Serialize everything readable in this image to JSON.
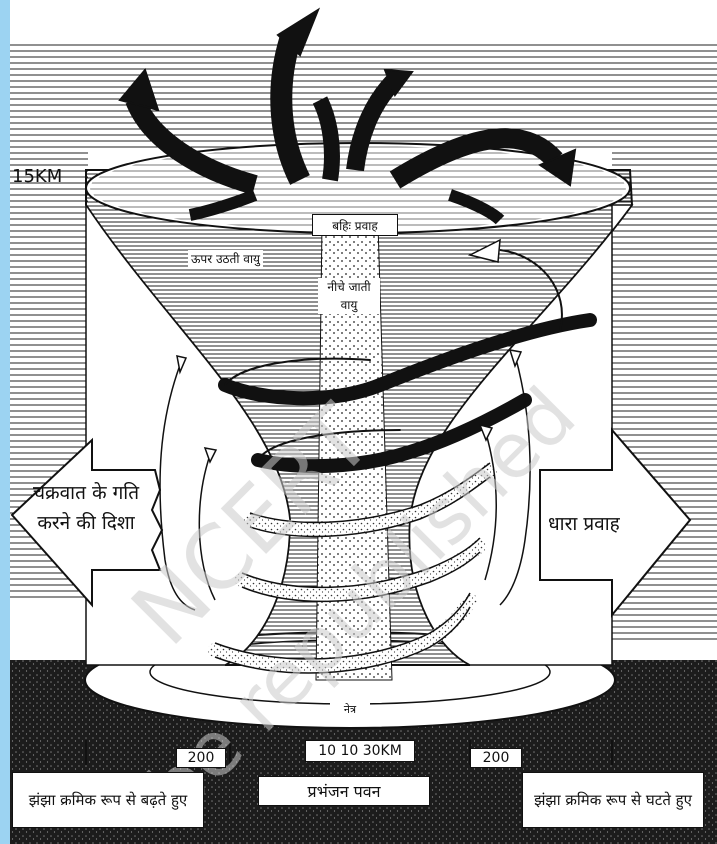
{
  "diagram": {
    "altitude_label": "15KM",
    "outflow_label": "बहिः प्रवाह",
    "rising_air_label": "ऊपर उठती वायु",
    "sinking_air_label": "नीचे जाती वायु",
    "movement_direction_label": "चक्रवात के गति करने की दिशा",
    "stream_flow_label": "धारा प्रवाह",
    "eye_label": "नेत्र",
    "scale_left": "200",
    "scale_center": "10 10 30KM",
    "scale_right": "200",
    "bottom_left_label": "झंझा क्रमिक रूप से बढ़ते हुए",
    "bottom_center_label": "प्रभंजन पवन",
    "bottom_right_label": "झंझा क्रमिक रूप से घटते हुए",
    "watermark_lines": [
      "NCERT",
      "be republished"
    ]
  },
  "colors": {
    "left_strip": "#9cd3f2",
    "ground": "#1c1c1c",
    "lines": "#111111"
  }
}
